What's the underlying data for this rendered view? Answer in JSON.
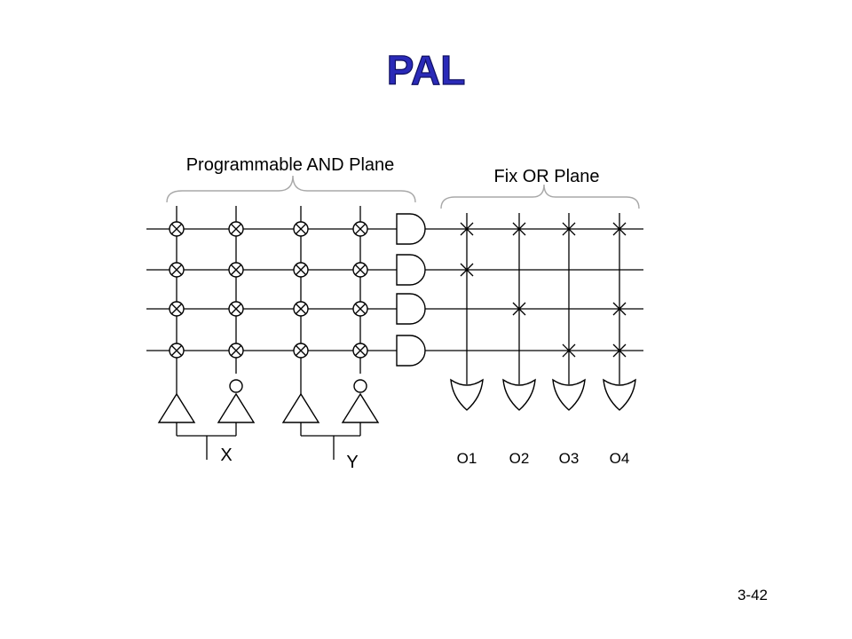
{
  "slide": {
    "title": "PAL",
    "page_number": "3-42"
  },
  "diagram": {
    "and_plane_label": "Programmable AND Plane",
    "or_plane_label": "Fix OR Plane",
    "inputs": [
      "X",
      "Y"
    ],
    "outputs": [
      "O1",
      "O2",
      "O3",
      "O4"
    ],
    "and_plane_fuses": [
      [
        1,
        1,
        1,
        1
      ],
      [
        1,
        1,
        1,
        1
      ],
      [
        1,
        1,
        1,
        1
      ],
      [
        1,
        1,
        1,
        1
      ]
    ],
    "or_plane_connections": [
      [
        1,
        1,
        1,
        1
      ],
      [
        1,
        0,
        0,
        0
      ],
      [
        0,
        1,
        0,
        1
      ],
      [
        0,
        0,
        1,
        1
      ]
    ]
  }
}
